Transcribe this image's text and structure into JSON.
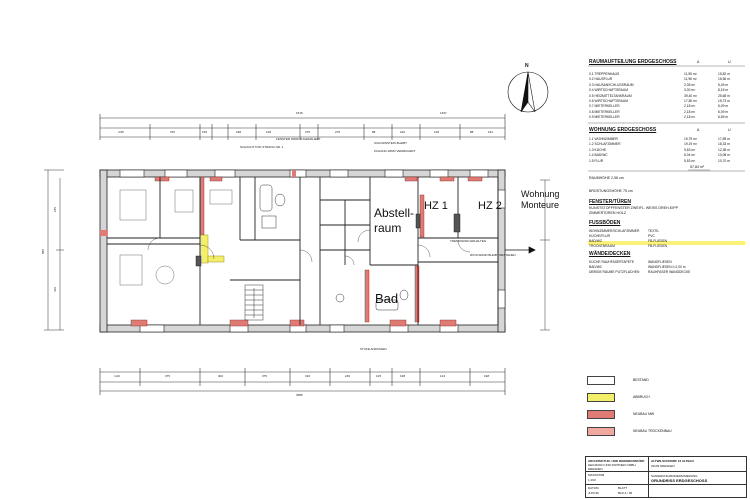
{
  "rooms": {
    "abstellraum_line1": "Abstell-",
    "abstellraum_line2": "raum",
    "hz1": "HZ 1",
    "hz2": "HZ 2",
    "bad": "Bad",
    "wohnung_line1": "Wohnung",
    "wohnung_line2": "Monteure"
  },
  "schedule_eg": {
    "title": "RAUMAUFTEILUNG ERDGESCHOSS",
    "col_a": "A",
    "col_u": "U",
    "rows": [
      {
        "label": "0.1  TREPPENHAUS",
        "a": "11,55 m²",
        "u": "15,82 m"
      },
      {
        "label": "0.2  HAUSFLUR",
        "a": "11,96 m²",
        "u": "16,56 m"
      },
      {
        "label": "0.3  HAUSANSCHLUSSRAUM",
        "a": "2,05 m²",
        "u": "6,49 m"
      },
      {
        "label": "0.4  WIRTSCHAFTSRAUM",
        "a": "3,00 m²",
        "u": "8,15 m"
      },
      {
        "label": "0.5  HEIZMITTELTANKRAUM",
        "a": "39,40 m²",
        "u": "25,68 m"
      },
      {
        "label": "0.6  WIRTSCHAFTSRAUM",
        "a": "17,80 m²",
        "u": "15,73 m"
      },
      {
        "label": "0.7  MIETERKELLER",
        "a": "2,18 m²",
        "u": "6,09 m"
      },
      {
        "label": "0.8  MIETERKELLER",
        "a": "2,18 m²",
        "u": "6,09 m"
      },
      {
        "label": "0.9  MIETERKELLER",
        "a": "2,18 m²",
        "u": "6,69 m"
      }
    ]
  },
  "schedule_wohnung": {
    "title": "WOHNUNG ERDGESCHOSS",
    "col_a": "A",
    "col_u": "U",
    "rows": [
      {
        "label": "1.1  WOHNZIMMER",
        "a": "19,79 m²",
        "u": "17,89 m"
      },
      {
        "label": "1.2  SCHLAFZIMMER",
        "a": "19,19 m²",
        "u": "18,33 m"
      },
      {
        "label": "1.3  KÜCHE",
        "a": "9,63 m²",
        "u": "12,38 m"
      },
      {
        "label": "1.4  BAD/WC",
        "a": "6,04 m²",
        "u": "10,08 m"
      },
      {
        "label": "1.5  FLUR",
        "a": "5,53 m²",
        "u": "10,70 m"
      }
    ],
    "total": "57,84 m²"
  },
  "notes": {
    "raumhoehe": "RAUMHÖHE 2,58 cm",
    "bruestungshoehe": "BRÜSTUNGSHÖHE 75 cm",
    "fenster_title": "FENSTER/TÜREN",
    "fenster_l1": "KUNSTSTOFFFENSTER ZWEIFL. WEISS DREH-KIPP",
    "fenster_l2": "ZIMMERTÜREN HOLZ",
    "fussboden_title": "FUSSBÖDEN",
    "fb_rows": [
      {
        "label": "WOHNZIMMER/SCHLAFZIMMER",
        "value": "TEXTIL"
      },
      {
        "label": "KÜCHE/FLUR",
        "value": "PVC"
      },
      {
        "label": "BAD/WC",
        "value": "FB-FLIESEN"
      },
      {
        "label": "TROCKENRAUM",
        "value": "FB-FLIESEN"
      }
    ],
    "waende_title": "WÄNDE/DECKEN",
    "wd_rows": [
      {
        "label": "KÜCHE RAUHFASERTAPETE",
        "value": "WANDFLIESEN"
      },
      {
        "label": "BAD/WC",
        "value": "WANDFLIESEN h 2,00 m"
      },
      {
        "label": "ÜBRIGE RÄUME PUTZFLÄCHEN",
        "value": "RAUHFASER WANDDECKE"
      }
    ]
  },
  "legend": [
    {
      "label": "BESTAND",
      "color": "#ffffff"
    },
    {
      "label": "ABBRUCH",
      "color": "#f4ef6a"
    },
    {
      "label": "NEUBAU MW",
      "color": "#e07a74"
    },
    {
      "label": "NEUBAU TROCKENBAU",
      "color": "#f0a8a0"
    }
  ],
  "dimensions": {
    "top_total": "1515",
    "top_right": "1497",
    "bottom_total": "3585",
    "left_total": "886",
    "top_chain": [
      "4,65",
      "376",
      "159",
      "198",
      "148",
      "375",
      "275",
      "88",
      "246",
      "128",
      "88",
      "191"
    ],
    "bottom_chain": [
      "4,40",
      "375",
      "302",
      "375",
      "316",
      "246",
      "125",
      "198",
      "124",
      "198"
    ],
    "left_chain": [
      "245",
      "410"
    ]
  },
  "annotations": {
    "a1": "SCHACHT FÜR STRANG NR. 1",
    "a2": "FENSTER WIRD ZUGEMAUERT",
    "a3": "SCHORNSTEIN BLEIBT",
    "a4": "ZUGANG WIRD VERMAUERT",
    "a5": "RÜCKWAND BLEIBT BESTEHEN",
    "a6": "STUFE ANPASSEN",
    "a7": "TRENNWAND ERHALTEN"
  },
  "titleblock": {
    "firm1": "ARCHITEKTUR- UND INGENIEURBÜRO",
    "firm2": "HEILMANN UND PARTNER GMBH",
    "firm3": "DRESDEN",
    "project1": "ALTWILSCHDORF 16 ALTBAU",
    "project2": "01109 DRESDEN",
    "scale_label": "MASSSTAB",
    "scale": "1:100",
    "date_label": "DATUM",
    "date": "JUNI 96",
    "plan_label": "BLATT",
    "plan_no": "BLD 4 / 96",
    "type": "SANIERUNG/MODERNISIERUNG",
    "drawing": "GRUNDRISS ERDGESCHOSS"
  },
  "north": "N",
  "colors": {
    "line": "#222222",
    "wall_fill": "#9a9a9a",
    "new_wall": "#e07a74",
    "drybuild": "#f0a8a0",
    "demolish": "#f4ef6a",
    "highlight_row": "#fbf27a"
  }
}
